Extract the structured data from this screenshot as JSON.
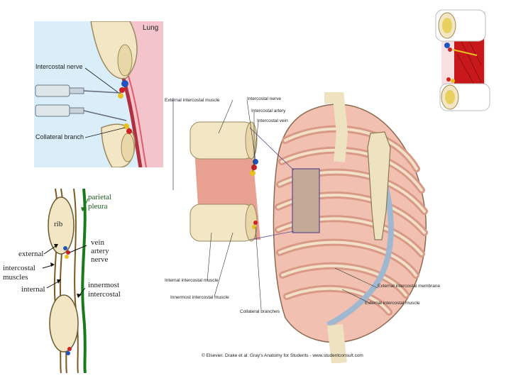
{
  "panel_nerve_block": {
    "lung_label": "Lung",
    "intercostal_nerve_label": "Intercostal nerve",
    "collateral_branch_label": "Collateral branch"
  },
  "panel_rib_section": {
    "parietal_pleura_label": "parietal pleura",
    "rib_label": "rib",
    "vein_label": "vein",
    "artery_label": "artery",
    "nerve_label": "nerve",
    "external_label": "external",
    "intercostal_muscles_label": "intercostal muscles",
    "internal_label": "internal",
    "innermost_intercostal_label": "innermost intercostal"
  },
  "panel_thorax": {
    "external_intercostal_muscle_label": "External intercostal muscle",
    "intercostal_nerve_label": "Intercostal nerve",
    "intercostal_artery_label": "Intercostal artery",
    "intercostal_vein_label": "Intercostal vein",
    "internal_intercostal_muscle_label": "Internal intercostal muscle",
    "innermost_intercostal_muscle_label": "Innermost intercostal muscle",
    "collateral_branches_label": "Collateral branches",
    "external_intercostal_membrane_label": "External intercostal membrane",
    "external_intercostal_muscle_label_2": "External intercostal muscle",
    "copyright": "© Elsevier. Drake et al: Gray's Anatomy for Students - www.studentconsult.com"
  },
  "colors": {
    "muscle": "#e8a090",
    "bone": "#f2e6c4",
    "nerve": "#e8c020",
    "artery": "#cc2222",
    "vein": "#2255bb",
    "pleura": "#1a7a1a",
    "cartilage": "#9fb8d0",
    "panel_bg": "#d9eef8"
  }
}
